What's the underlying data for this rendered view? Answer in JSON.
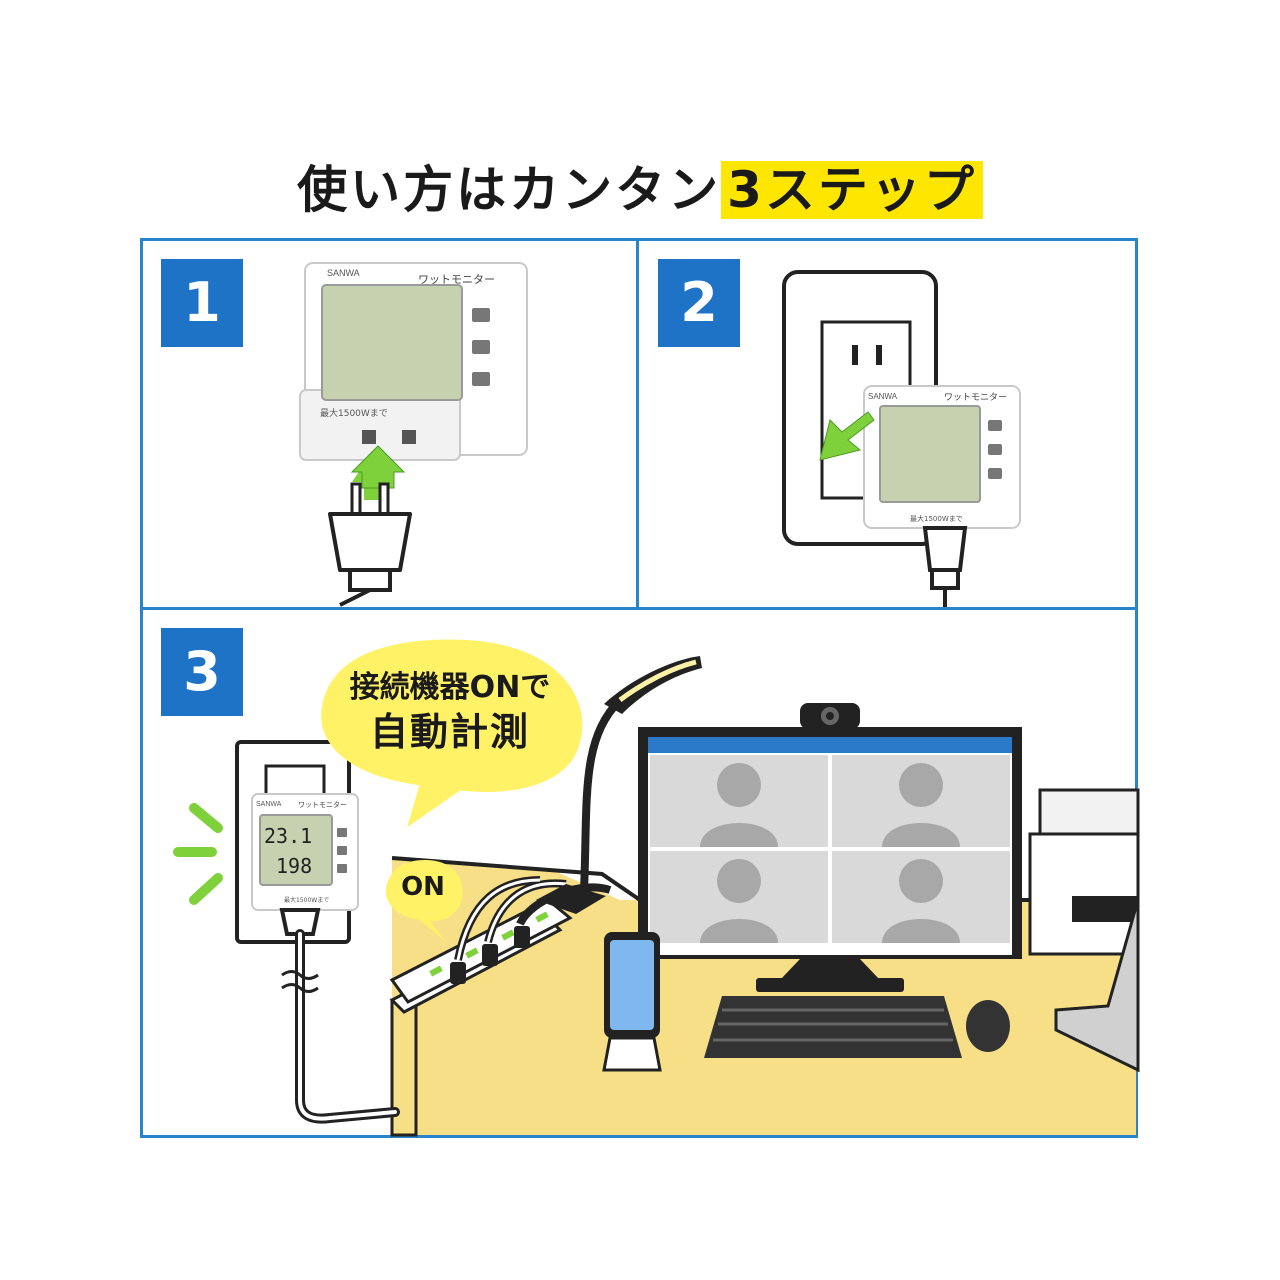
{
  "title": {
    "main": "使い方はカンタン",
    "highlight": "3ステップ"
  },
  "steps": [
    {
      "number": "1",
      "device_brand": "SANWA",
      "device_name": "ワットモニター",
      "device_note": "最大1500Wまで"
    },
    {
      "number": "2",
      "device_brand": "SANWA",
      "device_name": "ワットモニター",
      "device_note": "最大1500Wまで"
    },
    {
      "number": "3",
      "device_brand": "SANWA",
      "device_name": "ワットモニター",
      "device_note": "最大1500Wまで",
      "reading_top": "23.1",
      "reading_bottom": "198"
    }
  ],
  "bubble": {
    "line1": "接続機器ONで",
    "line2": "自動計測"
  },
  "on_label": "ON",
  "colors": {
    "accent": "#2a84c9",
    "badge": "#1f73c6",
    "highlight": "#ffe600",
    "arrow": "#7fd13b",
    "desk": "#f7df87",
    "lcd": "#c8d4b0"
  }
}
